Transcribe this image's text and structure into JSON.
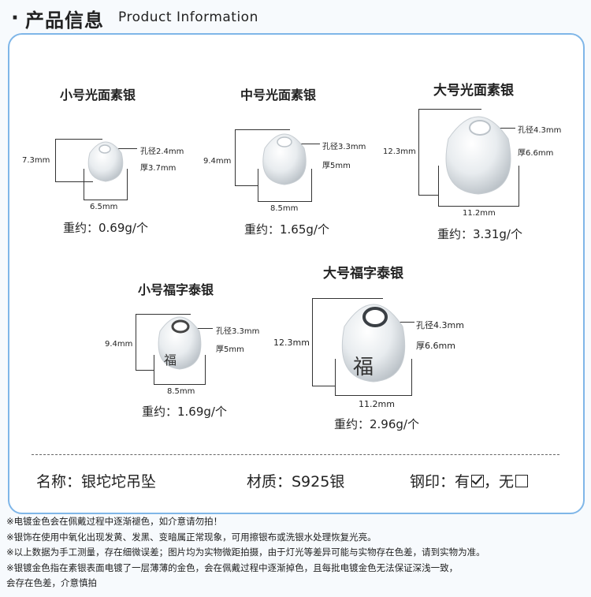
{
  "header": {
    "bullet": "·",
    "title_cn": "产品信息",
    "title_en": "Product Information"
  },
  "products": [
    {
      "title": "小号光面素银",
      "height": "7.3mm",
      "hole": "孔径2.4mm",
      "thickness": "厚3.7mm",
      "width": "6.5mm",
      "weight": "重约：0.69g/个"
    },
    {
      "title": "中号光面素银",
      "height": "9.4mm",
      "hole": "孔径3.3mm",
      "thickness": "厚5mm",
      "width": "8.5mm",
      "weight": "重约：1.65g/个"
    },
    {
      "title": "大号光面素银",
      "height": "12.3mm",
      "hole": "孔径4.3mm",
      "thickness": "厚6.6mm",
      "width": "11.2mm",
      "weight": "重约：3.31g/个"
    },
    {
      "title": "小号福字泰银",
      "height": "9.4mm",
      "hole": "孔径3.3mm",
      "thickness": "厚5mm",
      "width": "8.5mm",
      "weight": "重约：1.69g/个"
    },
    {
      "title": "大号福字泰银",
      "height": "12.3mm",
      "hole": "孔径4.3mm",
      "thickness": "厚6.6mm",
      "width": "11.2mm",
      "weight": "重约：2.96g/个"
    }
  ],
  "specs": {
    "name": "名称：银坨坨吊坠",
    "material": "材质：S925银",
    "stamp_label": "钢印：有",
    "stamp_sep": "，无"
  },
  "notes": [
    "※电镀金色会在佩戴过程中逐渐褪色，如介意请勿拍！",
    "※银饰在使用中氧化出现发黄、发黑、变暗属正常现象，可用擦银布或洗银水处理恢复光亮。",
    "※以上数据为手工测量，存在细微误差；图片均为实物微距拍摄，由于灯光等差异可能与实物存在色差，请到实物为准。",
    "※银镀金色指在素银表面电镀了一层薄薄的金色，会在佩戴过程中逐渐掉色，且每批电镀金色无法保证深浅一致，",
    "会存在色差，介意慎拍"
  ]
}
